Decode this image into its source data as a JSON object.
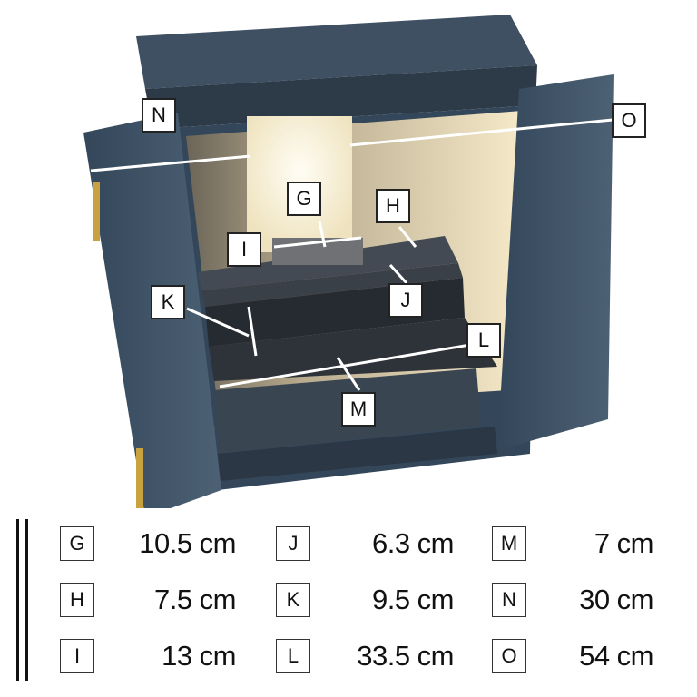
{
  "callouts": {
    "G": "G",
    "H": "H",
    "I": "I",
    "J": "J",
    "K": "K",
    "L": "L",
    "M": "M",
    "N": "N",
    "O": "O"
  },
  "legend": [
    {
      "label": "G",
      "value": "10.5 cm"
    },
    {
      "label": "H",
      "value": "7.5 cm"
    },
    {
      "label": "I",
      "value": "13 cm"
    },
    {
      "label": "J",
      "value": "6.3 cm"
    },
    {
      "label": "K",
      "value": "9.5 cm"
    },
    {
      "label": "L",
      "value": "33.5 cm"
    },
    {
      "label": "M",
      "value": "7 cm"
    },
    {
      "label": "N",
      "value": "30 cm"
    },
    {
      "label": "O",
      "value": "54 cm"
    }
  ],
  "colors": {
    "cabinet": "#3d4f60",
    "cabinet_dark": "#2b3744",
    "interior_light": "#f3e7c9",
    "measure_line": "#ffffff"
  }
}
